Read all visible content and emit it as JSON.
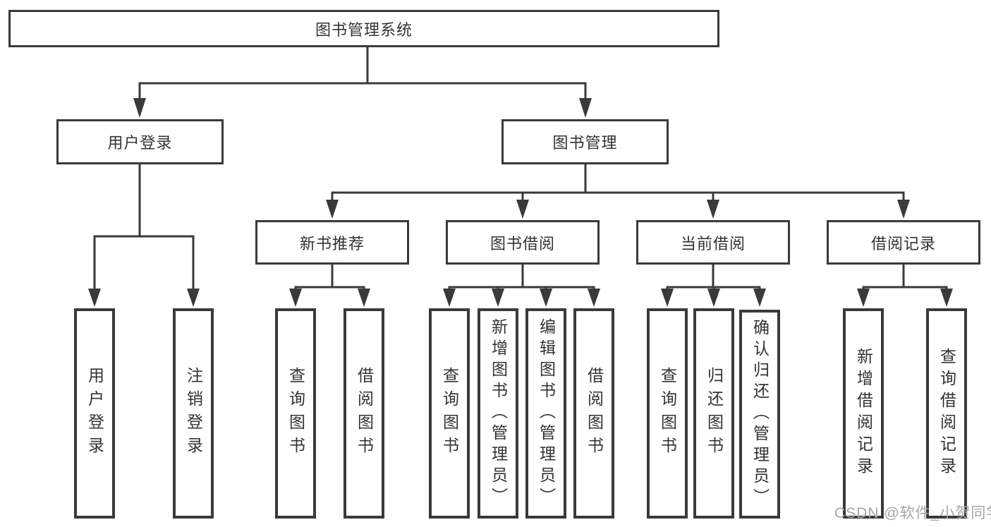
{
  "diagram_type": "hierarchy-tree",
  "colors": {
    "line": "#3a3a3a",
    "box_border": "#3a3a3a",
    "text": "#333333",
    "background": "#ffffff",
    "watermark": "#a6a6a6"
  },
  "tree": {
    "root": {
      "label": "图书管理系统",
      "children": [
        {
          "label": "用户登录",
          "children": [
            {
              "label": "用户登录"
            },
            {
              "label": "注销登录"
            }
          ]
        },
        {
          "label": "图书管理",
          "children": [
            {
              "label": "新书推荐",
              "children": [
                {
                  "label": "查询图书"
                },
                {
                  "label": "借阅图书"
                }
              ]
            },
            {
              "label": "图书借阅",
              "children": [
                {
                  "label": "查询图书"
                },
                {
                  "label": "新增图书（管理员）"
                },
                {
                  "label": "编辑图书（管理员）"
                },
                {
                  "label": "借阅图书"
                }
              ]
            },
            {
              "label": "当前借阅",
              "children": [
                {
                  "label": "查询图书"
                },
                {
                  "label": "归还图书"
                },
                {
                  "label": "确认归还（管理员）"
                }
              ]
            },
            {
              "label": "借阅记录",
              "children": [
                {
                  "label": "新增借阅记录"
                },
                {
                  "label": "查询借阅记录"
                }
              ]
            }
          ]
        }
      ]
    }
  },
  "watermark": {
    "text": "CSDN @软件_小贺同学"
  }
}
